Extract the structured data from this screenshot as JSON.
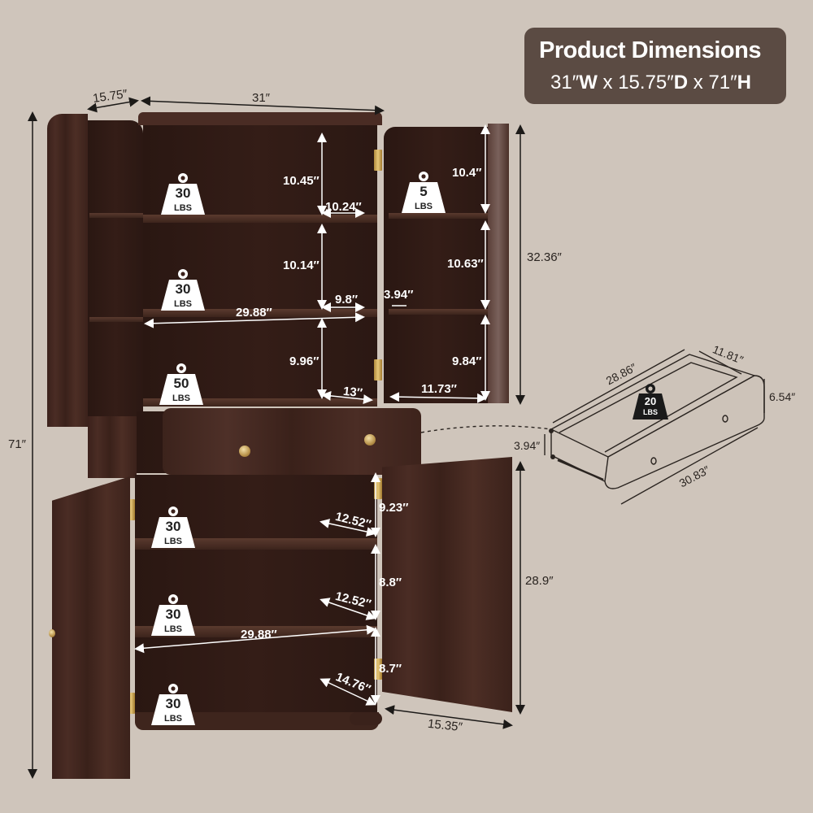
{
  "title_card": {
    "heading": "Product Dimensions",
    "width": "31″",
    "width_unit": "W",
    "sep1": " x ",
    "depth": "15.75″",
    "depth_unit": "D",
    "sep2": " x ",
    "height": "71″",
    "height_unit": "H"
  },
  "overall": {
    "top_depth": "15.75″",
    "top_width": "31″",
    "total_height": "71″",
    "upper_door_height": "32.36″",
    "lower_door_height": "28.9″",
    "lower_depth": "15.35″"
  },
  "upper_cabinet": {
    "shelf_heights": [
      "10.45″",
      "10.14″",
      "9.96″"
    ],
    "shelf_depths": [
      "10.24″",
      "9.8″",
      "13″"
    ],
    "shelf_width": "29.88″",
    "weights": [
      {
        "value": "30",
        "unit": "LBS"
      },
      {
        "value": "30",
        "unit": "LBS"
      },
      {
        "value": "50",
        "unit": "LBS"
      }
    ]
  },
  "door_shelves": {
    "heights": [
      "10.4″",
      "10.63″",
      "9.84″"
    ],
    "rail_height": "3.94″",
    "width": "11.73″",
    "weight": {
      "value": "5",
      "unit": "LBS"
    }
  },
  "drawer": {
    "length": "28.86″",
    "depth": "11.81″",
    "height": "6.54″",
    "front_width": "30.83″",
    "slide_height": "3.94″",
    "weight": {
      "value": "20",
      "unit": "LBS"
    }
  },
  "lower_cabinet": {
    "shelf_heights": [
      "9.23″",
      "8.8″",
      "8.7″"
    ],
    "shelf_depths": [
      "12.52″",
      "12.52″",
      "14.76″"
    ],
    "shelf_width": "29.88″",
    "weights": [
      {
        "value": "30",
        "unit": "LBS"
      },
      {
        "value": "30",
        "unit": "LBS"
      },
      {
        "value": "30",
        "unit": "LBS"
      }
    ]
  },
  "colors": {
    "background": "#cfc5bb",
    "title_card": "#5b4b43",
    "wood": "#3b211b",
    "brass": "#c9a458"
  }
}
